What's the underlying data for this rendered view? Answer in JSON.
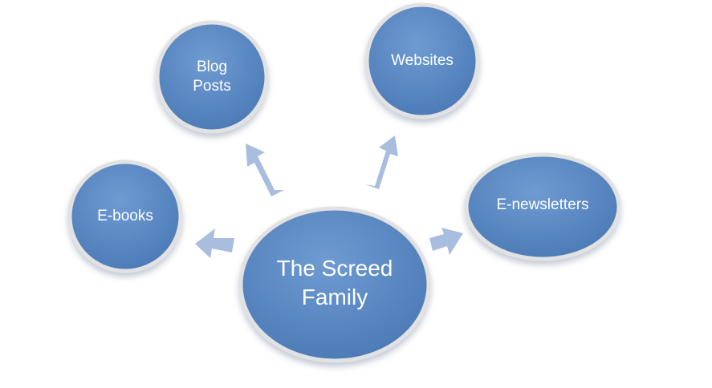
{
  "diagram": {
    "center": {
      "label": "The Screed\nFamily"
    },
    "nodes": {
      "blog": {
        "label": "Blog\nPosts"
      },
      "websites": {
        "label": "Websites"
      },
      "ebooks": {
        "label": "E-books"
      },
      "enewsletters": {
        "label": "E-newsletters"
      }
    }
  },
  "colors": {
    "node_fill": "#4f81bd",
    "node_fill_light": "#6f9bd2",
    "node_border": "#e2e2e2",
    "arrow_fill": "#a9bede",
    "text": "#ffffff"
  }
}
